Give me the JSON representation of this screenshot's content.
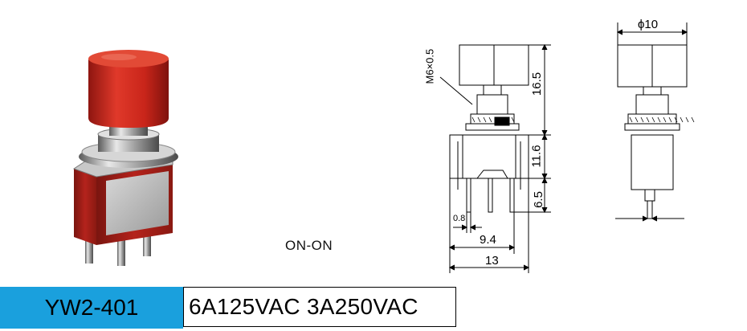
{
  "product": {
    "model": "YW2-401",
    "rating": "6A125VAC  3A250VAC",
    "circuit": "ON-ON"
  },
  "drawing": {
    "thread": "M6×0.5",
    "dim_cap_height": "16.5",
    "dim_body_height": "11.6",
    "dim_pin_length": "6.5",
    "dim_pin_width": "0.8",
    "dim_pin_spacing": "9.4",
    "dim_body_width": "13",
    "dim_cap_diameter": "ϕ10"
  },
  "colors": {
    "cap_red": "#d0281c",
    "body_red": "#b4231c",
    "model_bg": "#1aa0dd"
  }
}
